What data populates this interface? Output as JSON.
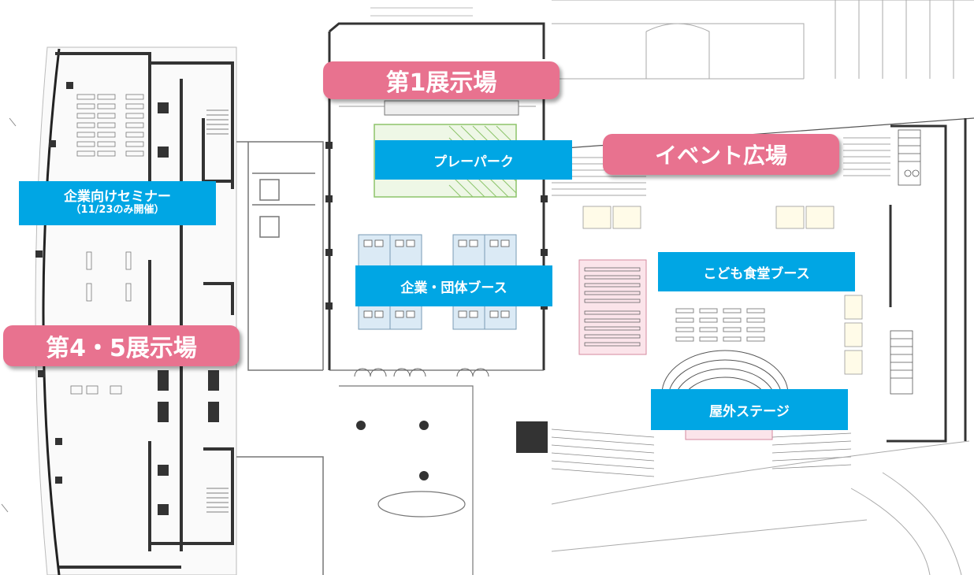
{
  "map": {
    "labels": {
      "hall1": "第1展示場",
      "event_plaza": "イベント広場",
      "hall45": "第4・5展示場",
      "play_park": "プレーパーク",
      "seminar": "企業向けセミナー",
      "seminar_note": "（11/23のみ開催）",
      "booths": "企業・団体ブース",
      "kids_cafeteria": "こども食堂ブース",
      "outdoor_stage": "屋外ステージ"
    },
    "colors": {
      "hall_label": "#e8728f",
      "area_label": "#00a6e4",
      "wall": "#3a3a3a",
      "plan_line": "#9a9a9a",
      "play_area": "#8dc46a",
      "kids_area": "#f2b8c6",
      "booth_area": "#dbeaf5"
    }
  }
}
